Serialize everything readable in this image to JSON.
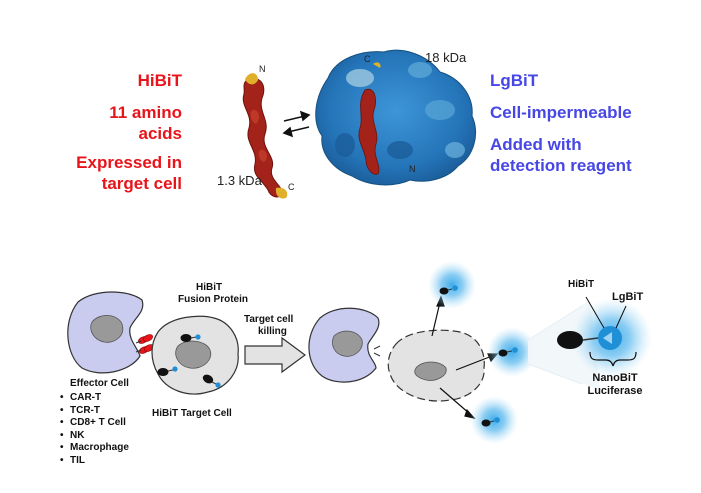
{
  "top": {
    "hibit": {
      "title": "HiBiT",
      "size_line1": "11 amino",
      "size_line2": "acids",
      "expr_line1": "Expressed in",
      "expr_line2": "target cell"
    },
    "lgbit": {
      "title": "LgBiT",
      "property": "Cell-impermeable",
      "added_line1": "Added with",
      "added_line2": "detection reagent"
    },
    "structure": {
      "peptide_mass": "1.3 kDa",
      "protein_mass": "18 kDa",
      "n_label": "N",
      "c_label": "C"
    }
  },
  "bottom": {
    "fusion_line1": "HiBiT",
    "fusion_line2": "Fusion Protein",
    "effector_title": "Effector Cell",
    "effector_types": [
      "CAR-T",
      "TCR-T",
      "CD8+ T Cell",
      "NK",
      "Macrophage",
      "TIL"
    ],
    "target_label": "HiBiT Target Cell",
    "killing_line1": "Target cell",
    "killing_line2": "killing",
    "hibit_label": "HiBiT",
    "lgbit_label": "LgBiT",
    "nanobit_line1": "NanoBiT",
    "nanobit_line2": "Luciferase"
  },
  "colors": {
    "red": "#e8141b",
    "blue": "#4747e6",
    "effector_cell": "#c9cbef",
    "target_cell": "#e3e3e3",
    "glow": "#35a8e8",
    "protein_blue": "#2d7fc0",
    "peptide_red": "#a3221a"
  }
}
